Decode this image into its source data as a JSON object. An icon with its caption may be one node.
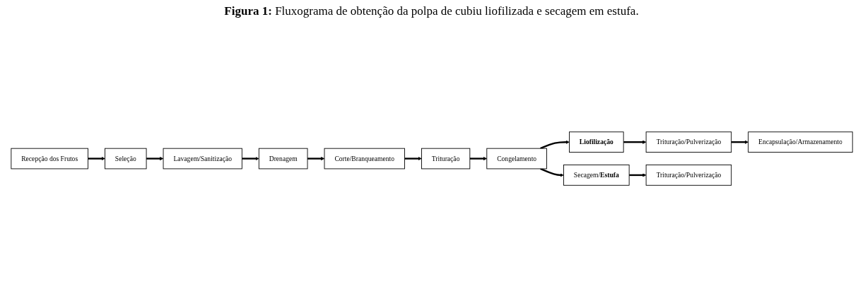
{
  "diagram": {
    "title": "**Figura 1:** Fluxograma de obtenção da polpa de cubiu liofilizada e secagem em estufa.",
    "nodes": [
      {
        "text": [
          "Recepção dos Frutos"
        ]
      },
      {
        "text": [
          "Seleção"
        ]
      },
      {
        "text": [
          "Lavagem/Sanitização"
        ]
      },
      {
        "text": [
          "Drenagem"
        ]
      },
      {
        "text": [
          "Corte/Branqueamento"
        ]
      },
      {
        "text": [
          "Trituração"
        ]
      },
      {
        "text": [
          "Congelamento"
        ]
      },
      {
        "text": [
          "Liofilização"
        ]
      },
      {
        "text": [
          "Trituração/Pulverização"
        ]
      },
      {
        "text": [
          "Secagem/**Estufa**"
        ]
      },
      {
        "text": [
          "Trituração/Pulverização"
        ]
      },
      {
        "text": [
          "Encapsulação/Armazenamento"
        ]
      }
    ],
    "edges": [
      {
        "from": 0,
        "to": 1,
        "arrow": "to"
      },
      {
        "from": 1,
        "to": 2,
        "arrow": "to"
      },
      {
        "from": 2,
        "to": 3,
        "arrow": "to"
      },
      {
        "from": 3,
        "to": 4,
        "arrow": "to"
      },
      {
        "from": 4,
        "to": 5,
        "arrow": "to"
      },
      {
        "from": 5,
        "to": 6,
        "arrow": "to"
      },
      {
        "from": 6,
        "to": 7,
        "arrow": "to"
      },
      {
        "from": 7,
        "to": 8,
        "arrow": "to"
      },
      {
        "from": 8,
        "to": 11,
        "arrow": "to"
      },
      {
        "from": 6,
        "to": 9,
        "arrow": "to"
      },
      {
        "from": 9,
        "to": 10,
        "arrow": "to"
      }
    ]
  }
}
